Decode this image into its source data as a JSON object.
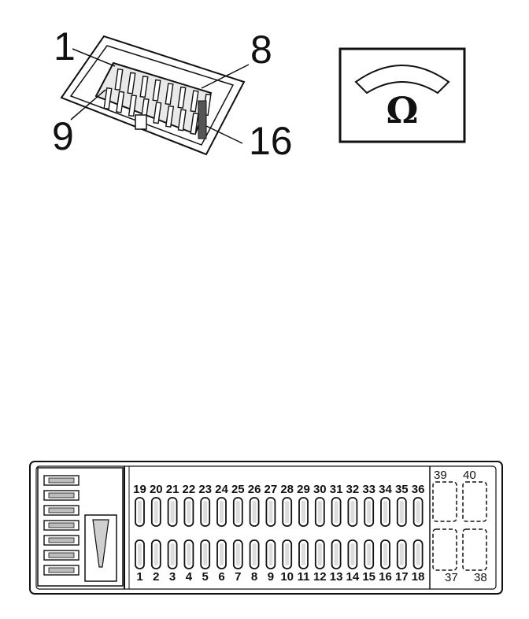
{
  "obd_connector": {
    "labels": {
      "pin_first_top": "1",
      "pin_last_top": "8",
      "pin_first_bottom": "9",
      "pin_last_bottom": "16"
    }
  },
  "ohmmeter": {
    "symbol": "Ω"
  },
  "fuse_box": {
    "top_numbers": [
      "19",
      "20",
      "21",
      "22",
      "23",
      "24",
      "25",
      "26",
      "27",
      "28",
      "29",
      "30",
      "31",
      "32",
      "33",
      "34",
      "35",
      "36"
    ],
    "bottom_numbers": [
      "1",
      "2",
      "3",
      "4",
      "5",
      "6",
      "7",
      "8",
      "9",
      "10",
      "11",
      "12",
      "13",
      "14",
      "15",
      "16",
      "17",
      "18"
    ],
    "relay_numbers": {
      "top_left": "39",
      "top_right": "40",
      "bottom_left": "37",
      "bottom_right": "38"
    }
  }
}
